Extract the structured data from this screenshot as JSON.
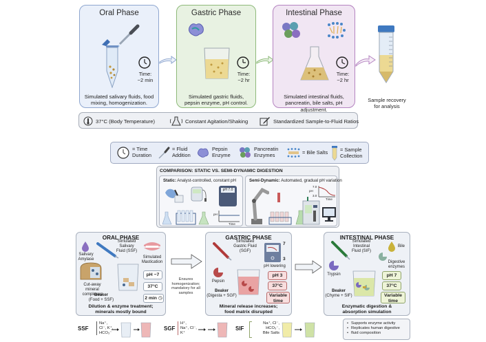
{
  "top_phases": [
    {
      "title": "Oral Phase",
      "time_label": "Time:",
      "time_value": "~2 min",
      "description_line1": "Simulated salivary fluids, food",
      "description_line2": "mixing, homogenization.",
      "color": "#eaf0fa",
      "border": "#8ea6cf"
    },
    {
      "title": "Gastric Phase",
      "time_label": "Time:",
      "time_value": "~2 hr",
      "description_line1": "Simulated gastric fluids,",
      "description_line2": "pepsin enzyme, pH control.",
      "color": "#e8f2e2",
      "border": "#8db979"
    },
    {
      "title": "Intestinal Phase",
      "time_label": "Time:",
      "time_value": "~2 hr",
      "description_line1": "Simulated intestinal fluids,",
      "description_line2": "pancreatin, bile salts, pH adjustment.",
      "color": "#f1e6f3",
      "border": "#b483c0"
    }
  ],
  "sample_recovery": {
    "line1": "Sample recovery",
    "line2": "for analysis"
  },
  "conditions": [
    {
      "icon": "thermometer-icon",
      "label": "37°C (Body Temperature)"
    },
    {
      "icon": "shaking-flask-icon",
      "label": "Constant Agitation/Shaking"
    },
    {
      "icon": "edit-icon",
      "label": "Standardized Sample-to-Fluid Ratios"
    }
  ],
  "legend": [
    {
      "icon": "clock-icon",
      "line1": "= Time",
      "line2": "Duration"
    },
    {
      "icon": "dropper-icon",
      "line1": "= Fluid",
      "line2": "Addition"
    },
    {
      "icon": "pepsin-icon",
      "line1": "Pepsin",
      "line2": "Enzyme"
    },
    {
      "icon": "pancreatin-icon",
      "line1": "Pancreatin",
      "line2": "Enzymes"
    },
    {
      "icon": "bile-salts-icon",
      "line1": "= Bile Salts",
      "line2": ""
    },
    {
      "icon": "sample-tube-icon",
      "line1": "= Sample",
      "line2": "Collection"
    }
  ],
  "comparison": {
    "title": "COMPARISON: STATIC VS. SEMI-DYNAMIC DIGESTION",
    "static": {
      "bold": "Static:",
      "text": " Analyst-controlled, constant pH",
      "meter_value": "pH 7.0",
      "probe_label": "pH",
      "graph_y": "pH",
      "graph_x": "Time"
    },
    "semi_dynamic": {
      "bold": "Semi-Dynamic:",
      "text": " Automated, gradual pH variation",
      "graph_y": "pH",
      "graph_top": "7.0",
      "graph_bottom": "3.0",
      "graph_x": "Time"
    }
  },
  "details": {
    "oral": {
      "title": "ORAL PHASE",
      "amylase": "Salivary\nAmylase",
      "fluid_l1": "Simulated",
      "fluid_l2": "Salivary",
      "fluid_l3": "Fluid (SSF)",
      "mastication_l1": "Simulated",
      "mastication_l2": "Mastication",
      "mineral_l1": "Cut-away mineral",
      "mineral_l2": "complexes",
      "beaker_bold": "Beaker",
      "beaker_sub": "(Food + SSF)",
      "params": [
        "pH ~7",
        "37°C",
        "2 min"
      ],
      "foot_l1": "Dilution & enzyme treatment;",
      "foot_l2": "minerals mostly bound"
    },
    "arrow_note": {
      "l1": "Ensures",
      "l2": "homogenization;",
      "l3": "mandatory for all",
      "l4": "samples"
    },
    "gastric": {
      "title": "GASTRIC PHASE",
      "fluid_l1": "Simulated",
      "fluid_l2": "Gastric Fluid",
      "fluid_l3": "(SGF)",
      "pepsin": "Pepsin",
      "meter_high": "7",
      "meter_low": "3",
      "meter_label": "pH lowering",
      "beaker_bold": "Beaker",
      "beaker_sub": "(Digesta + SGF)",
      "params": [
        "pH 3",
        "37°C",
        "Variable",
        "time"
      ],
      "foot_l1": "Mineral release increases;",
      "foot_l2": "food matrix disrupted"
    },
    "intestinal": {
      "title": "INTESTINAL PHASE",
      "fluid_l1": "Simulated",
      "fluid_l2": "Intestinal",
      "fluid_l3": "Fluid (SIF)",
      "bile": "Bile",
      "enzymes_l1": "Digestive",
      "enzymes_l2": "enzymes",
      "trypsin": "Trypsin",
      "beaker_bold": "Beaker",
      "beaker_sub": "(Chyme + SIF)",
      "params": [
        "pH 7",
        "37°C",
        "Variable",
        "time"
      ],
      "foot_l1": "Enzymatic digestion &",
      "foot_l2": "absorption simulation"
    },
    "notes": [
      "Supports enzyme activity",
      "Replicates human digestive",
      "fluid composition"
    ]
  },
  "fluids": [
    {
      "name": "SSF",
      "ions": [
        "Na⁺,",
        "Cl⁻, K⁺,",
        "HCO₃⁻"
      ]
    },
    {
      "name": "SGF",
      "ions": [
        "H⁺,",
        "Na⁺, Cl⁻,",
        "K⁺"
      ]
    },
    {
      "name": "SIF",
      "ions": [
        "Na⁺, Cl⁻,",
        "HCO₃⁻,",
        "Bile Salts"
      ]
    }
  ]
}
